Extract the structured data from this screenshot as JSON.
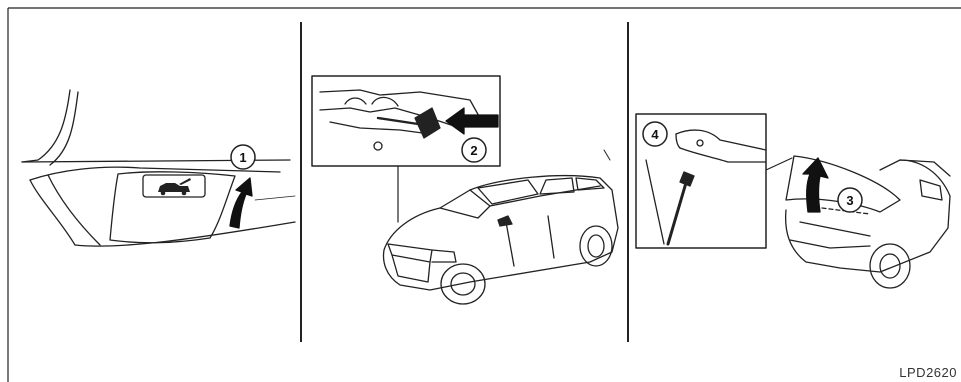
{
  "figure": {
    "code": "LPD2620",
    "panels": [
      {
        "callout": "1",
        "caption": ""
      },
      {
        "callout": "2",
        "caption": ""
      },
      {
        "callout": "3",
        "caption": ""
      },
      {
        "callout": "4",
        "caption": ""
      }
    ]
  }
}
